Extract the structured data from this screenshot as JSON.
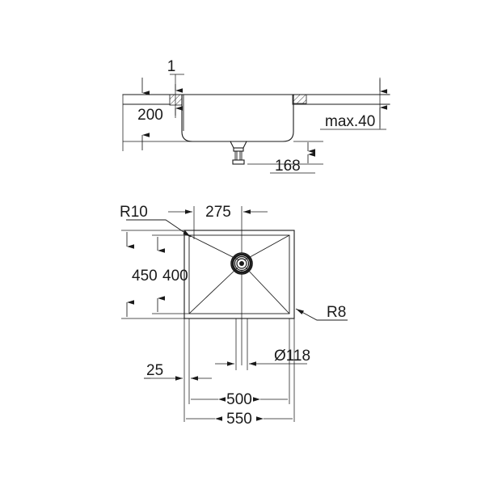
{
  "document": {
    "title": "Kitchen sink dimensional drawing",
    "line_color": "#1a1a1a",
    "background_color": "#ffffff"
  },
  "side_view": {
    "name": "side-elevation-section",
    "dimensions": {
      "thickness": "1",
      "depth": "200",
      "counter_max": "max.40",
      "drain_height": "168"
    }
  },
  "plan_view": {
    "name": "top-plan-view",
    "dimensions": {
      "radius_inner": "R10",
      "offset_center": "275",
      "outer_depth": "450",
      "bowl_depth": "400",
      "radius_outer": "R8",
      "drain_diameter": "Ø118",
      "rim_margin": "25",
      "bowl_width": "500",
      "outer_width": "550"
    }
  },
  "labels": {
    "thickness": "1",
    "depth_200": "200",
    "max_40": "max.40",
    "drain_168": "168",
    "r10": "R10",
    "d275": "275",
    "d450": "450",
    "d400": "400",
    "r8": "R8",
    "dia118": "Ø118",
    "d25": "25",
    "d500": "500",
    "d550": "550"
  }
}
